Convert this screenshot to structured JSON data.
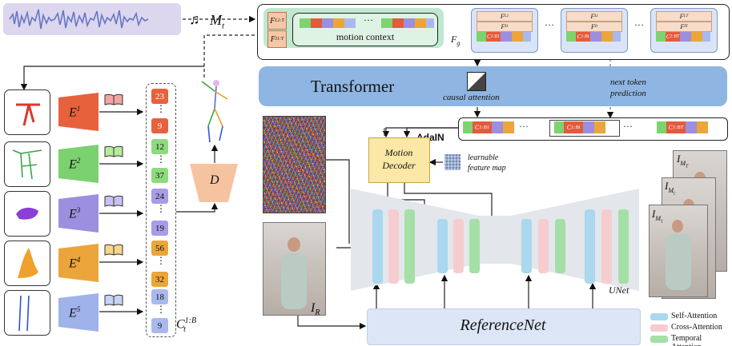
{
  "audio": {
    "label_main": "M",
    "label_sub": "t",
    "icon": "music-note-icon"
  },
  "motion_context": {
    "tag_top": "F",
    "tag_top_sup": "L",
    "tag_top_sub": "1:T",
    "tag_bottom": "F",
    "tag_bottom_sup": "I",
    "tag_bottom_sub": "1:T",
    "label": "motion context",
    "dots": "···",
    "fg_label": "F",
    "fg_sub": "g"
  },
  "token_groups": [
    {
      "rows": [
        "F",
        "F",
        "C"
      ],
      "subs": [
        "1",
        "1",
        "1"
      ],
      "sups": [
        "L",
        "I",
        "1:B"
      ]
    },
    {
      "rows": [
        "F",
        "F",
        "C"
      ],
      "subs": [
        "t",
        "t",
        "t"
      ],
      "sups": [
        "L",
        "I",
        "1:B"
      ]
    },
    {
      "rows": [
        "F",
        "F",
        "C"
      ],
      "subs": [
        "T",
        "T",
        "T"
      ],
      "sups": [
        "L",
        "I",
        "1:B"
      ]
    }
  ],
  "group_dots": "···",
  "transformer": {
    "title": "Transformer",
    "causal_label": "causal attention",
    "next_token_line1": "next token",
    "next_token_line2": "prediction"
  },
  "decoder_row": {
    "cells": [
      {
        "main": "C",
        "sup": "1:B",
        "sub": "1"
      },
      {
        "main": "C",
        "sup": "1:B",
        "sub": "t"
      },
      {
        "main": "C",
        "sup": "1:B",
        "sub": "T"
      }
    ],
    "dots": "···"
  },
  "adain": "AdaIN",
  "motion_decoder": {
    "line1": "Motion",
    "line2": "Decoder"
  },
  "feature_map": {
    "line1": "learnable",
    "line2": "feature map"
  },
  "ref_image_label": {
    "main": "I",
    "sub": "R"
  },
  "unet_label": "UNet",
  "reference_net": "ReferenceNet",
  "output_labels": [
    {
      "main": "I",
      "sub": "M",
      "subsub": "T"
    },
    {
      "main": "I",
      "sub": "M",
      "subsub": "t"
    },
    {
      "main": "I",
      "sub": "M",
      "subsub": "1"
    }
  ],
  "legend": [
    {
      "label": "Self-Attention",
      "color": "#a9d8ef"
    },
    {
      "label": "Cross-Attention",
      "color": "#f6cdcf"
    },
    {
      "label": "Temporal Attention",
      "color": "#a4dfa6"
    }
  ],
  "encoders": [
    {
      "label": "E",
      "sup": "1",
      "color": "#e7613d"
    },
    {
      "label": "E",
      "sup": "2",
      "color": "#7bd16f"
    },
    {
      "label": "E",
      "sup": "3",
      "color": "#9c8fe0"
    },
    {
      "label": "E",
      "sup": "4",
      "color": "#eba53a"
    },
    {
      "label": "E",
      "sup": "5",
      "color": "#9fb2ea"
    }
  ],
  "codebook_column": [
    {
      "value": "23",
      "color": "#e7613d"
    },
    {
      "value": "9",
      "color": "#e7613d"
    },
    {
      "value": "12",
      "color": "#8fd97f"
    },
    {
      "value": "37",
      "color": "#8fd97f"
    },
    {
      "value": "24",
      "color": "#a89ce6"
    },
    {
      "value": "19",
      "color": "#a89ce6"
    },
    {
      "value": "56",
      "color": "#eba53a"
    },
    {
      "value": "32",
      "color": "#eba53a"
    },
    {
      "value": "18",
      "color": "#a9b9ee"
    },
    {
      "value": "9",
      "color": "#a9b9ee"
    }
  ],
  "codebook_label": {
    "main": "C",
    "sub": "t",
    "sup": "1:B"
  },
  "decoder_D": "D"
}
